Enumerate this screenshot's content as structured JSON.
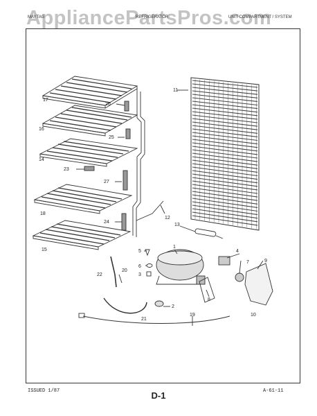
{
  "watermark": "AppliancePartsPros.com",
  "header": {
    "left": "MAYTAG",
    "center": "REFRIGERATOR",
    "right": "UNIT COMPARTMENT / SYSTEM"
  },
  "footer": {
    "issued": "ISSUED 1/87",
    "page": "D-1",
    "code": "A-61-11"
  },
  "callouts": [
    "17",
    "26",
    "16",
    "25",
    "14",
    "23",
    "27",
    "18",
    "24",
    "15",
    "12",
    "13",
    "11",
    "1",
    "4",
    "5",
    "6",
    "3",
    "7",
    "9",
    "22",
    "20",
    "8",
    "2",
    "21",
    "19",
    "10"
  ]
}
